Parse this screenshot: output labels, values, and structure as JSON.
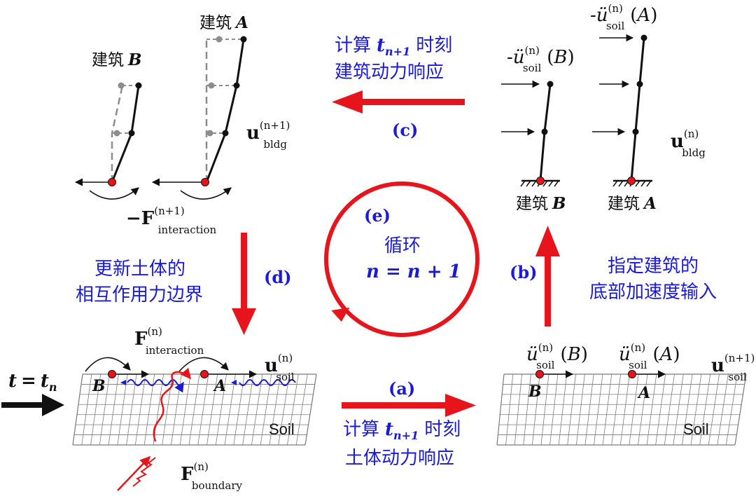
{
  "colors": {
    "accent_red": "#e8141b",
    "text_blue": "#1a1adb",
    "dark": "#111111",
    "ghost_gray": "#8c8c8c",
    "grid": "#7a7a7a"
  },
  "steps": {
    "a": {
      "id": "(a)",
      "line1": "计算",
      "var": "t",
      "sub": "n+1",
      "line1_end": "时刻",
      "line2": "土体动力响应"
    },
    "b": {
      "id": "(b)",
      "line1": "指定建筑的",
      "line2": "底部加速度输入"
    },
    "c": {
      "id": "(c)",
      "line1": "计算",
      "var": "t",
      "sub": "n+1",
      "line1_end": "时刻",
      "line2": "建筑动力响应"
    },
    "d": {
      "id": "(d)",
      "line1": "更新土体的",
      "line2": "相互作用力边界"
    },
    "e": {
      "id": "(e)",
      "line1": "循环",
      "line2": "n = n + 1"
    }
  },
  "time": {
    "t": "t",
    "eq": "=",
    "tn": "t",
    "sub": "n"
  },
  "buildings": {
    "label_a": "建筑",
    "label_b": "建筑",
    "id_a": "A",
    "id_b": "B"
  },
  "soil": {
    "label": "Soil",
    "point_a": "A",
    "point_b": "B"
  },
  "math": {
    "u_bold": "u",
    "F_bold": "F",
    "bldg": "bldg",
    "soil": "soil",
    "interaction": "interaction",
    "boundary": "boundary",
    "sup_n": "(n)",
    "sup_n1": "(n+1)",
    "neg": "−",
    "acc_prefix": "-",
    "u_italic": "ü",
    "arg_a": "A",
    "arg_b": "B"
  }
}
